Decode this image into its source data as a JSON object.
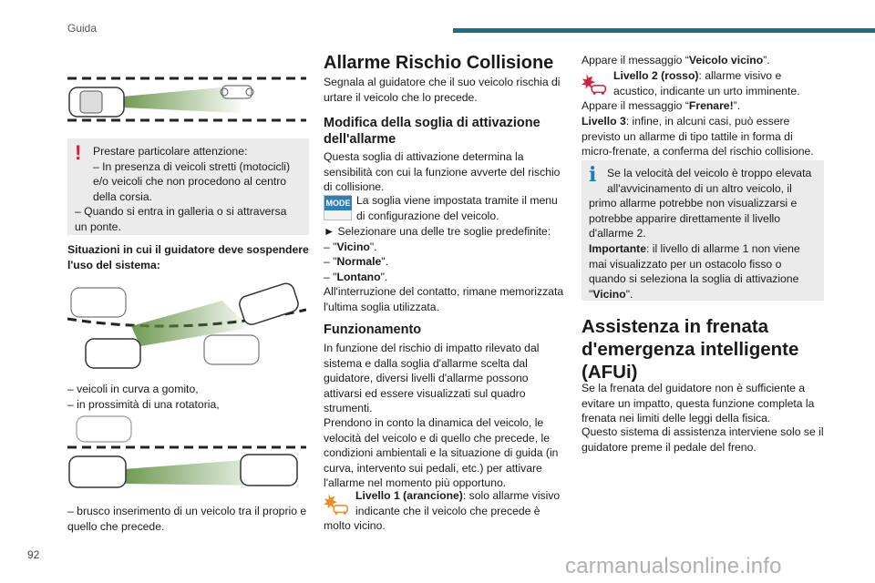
{
  "header": {
    "title": "Guida"
  },
  "page_number": "92",
  "watermark": "carmanualsonline.info",
  "col1": {
    "warning": {
      "line1": "Prestare particolare attenzione:",
      "line2": "– In presenza di veicoli stretti (motocicli) e/o veicoli che non procedono al centro della corsia.",
      "line3": "– Quando si entra in galleria o si attraversa un ponte."
    },
    "situations_heading": "Situazioni in cui il guidatore deve sospendere l'uso del sistema:",
    "list_a1": "– veicoli in curva a gomito,",
    "list_a2": "– in prossimità di una rotatoria,",
    "list_b1": "– brusco inserimento di un veicolo tra il proprio e quello che precede."
  },
  "col2": {
    "title": "Allarme Rischio Collisione",
    "intro": "Segnala al guidatore che il suo veicolo rischia di urtare il veicolo che lo precede.",
    "sub1": "Modifica della soglia di attivazione dell'allarme",
    "p1": "Questa soglia di attivazione determina la sensibilità con cui la funzione avverte del rischio di collisione.",
    "mode_icon": "MODE",
    "p2": "La soglia viene impostata tramite il menu di configurazione del veicolo.",
    "select": "► Selezionare una delle tre soglie predefinite:",
    "opt1_pre": "– \"",
    "opt1": "Vicino",
    "opt2": "Normale",
    "opt3": "Lontano",
    "opt_post": "\".",
    "p3": "All'interruzione del contatto, rimane memorizzata l'ultima soglia utilizzata.",
    "sub2": "Funzionamento",
    "p4": "In funzione del rischio di impatto rilevato dal sistema e dalla soglia d'allarme scelta dal guidatore, diversi livelli d'allarme possono attivarsi ed essere visualizzati sul quadro strumenti.",
    "p5": "Prendono in conto la dinamica del veicolo, le velocità del veicolo e di quello che precede, le condizioni ambientali e la situazione di guida (in curva, intervento sui pedali, etc.) per attivare l'allarme nel momento più opportuno.",
    "level1_label": "Livello 1 (arancione)",
    "level1_text": ": solo allarme visivo indicante che il veicolo che precede è molto vicino."
  },
  "col3": {
    "msg1_pre": "Appare il messaggio “",
    "msg1": "Veicolo vicino",
    "msg1_post": "”.",
    "level2_label": "Livello 2 (rosso)",
    "level2_text": ": allarme visivo e acustico, indicante un urto imminente.",
    "msg2_pre": "Appare il messaggio “",
    "msg2": "Frenare!",
    "msg2_post": "”.",
    "level3_label": "Livello 3",
    "level3_text": ": infine, in alcuni casi, può essere previsto un allarme di tipo tattile in forma di micro-frenate, a conferma del rischio collisione.",
    "info": {
      "text": "Se la velocità del veicolo è troppo elevata all'avvicinamento di un altro veicolo, il primo allarme potrebbe non visualizzarsi e potrebbe apparire direttamente il livello d'allarme 2.",
      "important_label": "Importante",
      "important_text": ": il livello di allarme 1 non viene mai visualizzato per un ostacolo fisso o quando si seleziona la soglia di attivazione \"",
      "important_value": "Vicino",
      "important_post": "\"."
    },
    "title": "Assistenza in frenata d'emergenza intelligente (AFUi)",
    "p1": "Se la frenata del guidatore non è sufficiente a evitare un impatto, questa funzione completa la frenata nei limiti delle leggi della fisica.",
    "p2": "Questo sistema di assistenza interviene solo se il guidatore preme il pedale del freno."
  },
  "colors": {
    "accent": "#1d6f86",
    "warning": "#d21f3c",
    "info": "#1d7bbf",
    "mode": "#2f7fb7",
    "level1": "#f08a1c",
    "level2": "#d21f3c"
  }
}
